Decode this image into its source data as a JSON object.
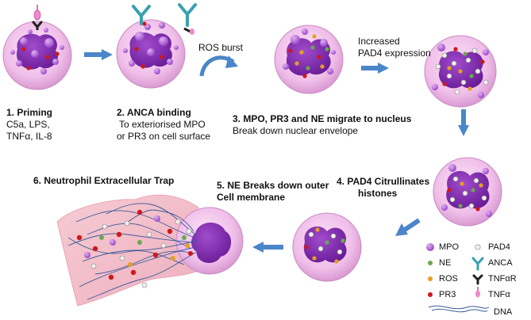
{
  "steps": {
    "s1": {
      "title": "1. Priming",
      "l1": "C5a, LPS,",
      "l2": "TNFα, IL-8"
    },
    "s2": {
      "title": "2. ANCA binding",
      "l1": "To exteriorised MPO",
      "l2": "or PR3 on cell surface"
    },
    "ros": "ROS burst",
    "pad4": {
      "l1": "Increased",
      "l2": "PAD4 expression"
    },
    "s3": {
      "title": "3. MPO, PR3 and NE migrate to nucleus",
      "l1": "Break down nuclear envelope"
    },
    "s4": {
      "l1": "4. PAD4 Citrullinates",
      "l2": "histones"
    },
    "s5": {
      "l1": "5. NE Breaks down outer",
      "l2": "Cell membrane"
    },
    "s6": "6. Neutrophil Extracellular Trap"
  },
  "legend": {
    "mpo": "MPO",
    "ne": "NE",
    "ros": "ROS",
    "pr3": "PR3",
    "pad4": "PAD4",
    "anca": "ANCA",
    "tnfar": "TNFαR",
    "tnfa": "TNFα",
    "dna": "DNA"
  },
  "colors": {
    "cell": "#f2c4ee",
    "nucleus": "#8a2ab8",
    "granule": "#b06ad8",
    "mpo": "#c27ae0",
    "ne": "#6aa84f",
    "ros": "#e6a020",
    "pr3": "#d01818",
    "pad4": "#f2f2ec",
    "anca": "#3aa0b0",
    "arrow": "#4a86c8",
    "net": "#f0b8c4",
    "dna": "#3a5a98"
  }
}
